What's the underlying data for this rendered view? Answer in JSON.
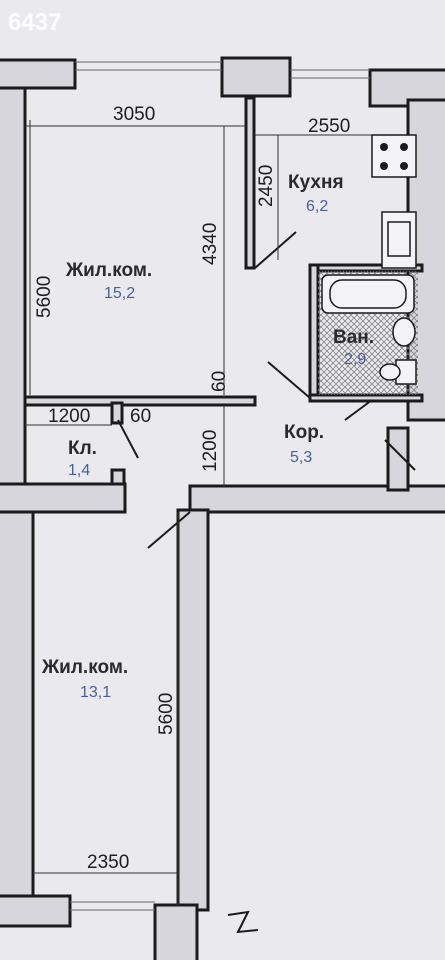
{
  "watermark": "6437",
  "rooms": {
    "living1": {
      "name": "Жил.ком.",
      "area": "15,2"
    },
    "kitchen": {
      "name": "Кухня",
      "area": "6,2"
    },
    "bath": {
      "name": "Ван.",
      "area": "2,9"
    },
    "closet": {
      "name": "Кл.",
      "area": "1,4"
    },
    "corridor": {
      "name": "Кор.",
      "area": "5,3"
    },
    "living2": {
      "name": "Жил.ком.",
      "area": "13,1"
    }
  },
  "dimensions": {
    "living1_width": "3050",
    "living1_height": "5600",
    "living1_inner": "4340",
    "kitchen_width": "2550",
    "kitchen_height": "2450",
    "closet_width": "1200",
    "partition_a": "60",
    "partition_b": "60",
    "corridor_height": "1200",
    "living2_height": "5600",
    "living2_width": "2350"
  },
  "colors": {
    "background": "#e9e9ee",
    "wall": "#d6d6dc",
    "area_text": "#4a5f9a"
  }
}
